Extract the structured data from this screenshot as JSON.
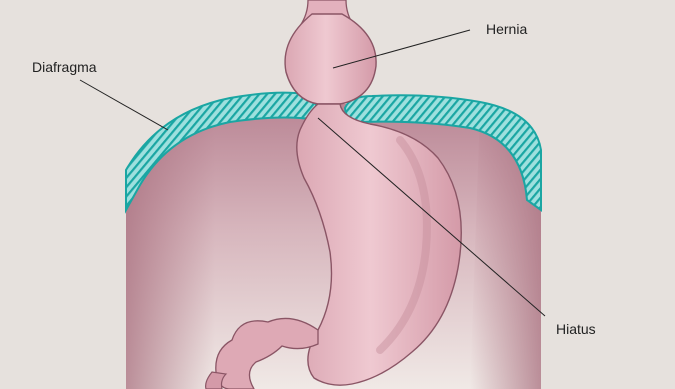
{
  "labels": {
    "hernia": "Hernia",
    "diafragma": "Diafragma",
    "hiatus": "Hiatus"
  },
  "colors": {
    "background": "#e6e1dd",
    "cavity_top": "#b98594",
    "cavity_bottom": "#f0e9e6",
    "stomach": "#e6b9c3",
    "stomach_shadow": "#c58d9c",
    "stomach_outline": "#8a5565",
    "diaphragm_fill": "#7fd4d2",
    "diaphragm_edge": "#1aa6a3",
    "leader_line": "#222222"
  }
}
